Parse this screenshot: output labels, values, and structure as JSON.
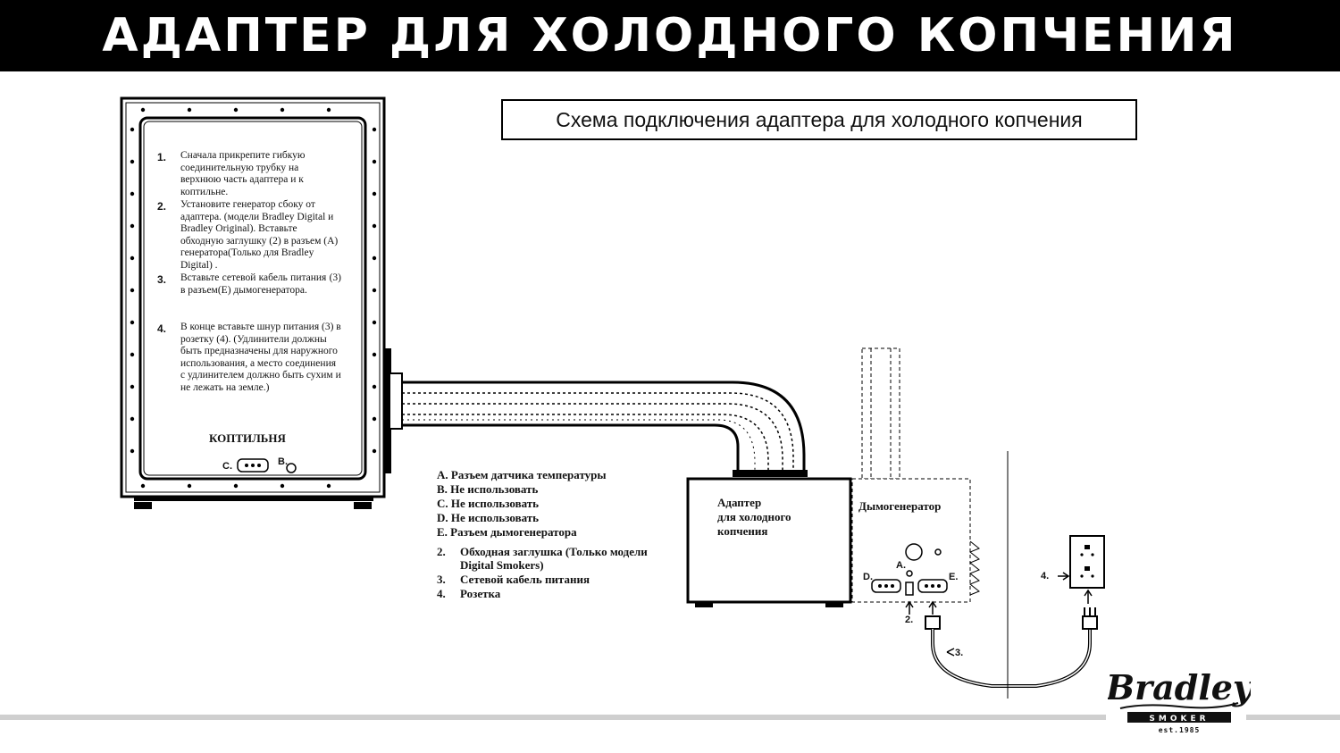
{
  "title": "АДАПТЕР ДЛЯ ХОЛОДНОГО КОПЧЕНИЯ",
  "scheme_title": "Схема подключения адаптера для холодного копчения",
  "instructions": [
    {
      "num": "1.",
      "text": "Сначала прикрепите гибкую соединительную трубку на верхнюю часть адаптера и к коптильне."
    },
    {
      "num": "2.",
      "text": "Установите генератор сбоку от адаптера. (модели Bradley Digital и Bradley Original). Вставьте обходную заглушку (2) в разъем (А) генератора(Только для Bradley Digital) ."
    },
    {
      "num": "3.",
      "text": "Вставьте сетевой кабель питания (3) в разъем(Е) дымогенератора."
    },
    {
      "num": "4.",
      "text": "В конце вставьте шнур питания (3) в розетку (4). (Удлинители должны быть предназначены для наружного использования, а место соединения с удлинителем должно быть сухим и не лежать на земле.)"
    }
  ],
  "smoker_label": "КОПТИЛЬНЯ",
  "smoker_port_c": "C.",
  "smoker_port_b": "B.",
  "legend_letters": [
    "A.  Разъем датчика температуры",
    "B.  Не использовать",
    "C.  Не использовать",
    "D.  Не использовать",
    "E.  Разъем дымогенератора"
  ],
  "legend_numbers": [
    "2.     Обходная заглушка (Только модели",
    "        Digital Smokers)",
    "3.     Сетевой кабель питания",
    "4.     Розетка"
  ],
  "adapter_label": [
    "Адаптер",
    "для холодного",
    "копчения"
  ],
  "generator_label": "Дымогенератор",
  "port_a": "A.",
  "port_d": "D.",
  "port_e": "E.",
  "callout_2": "2.",
  "callout_3": "3.",
  "callout_4": "4.",
  "logo_text": "Bradley",
  "logo_sub": "SMOKER",
  "logo_est": "est.1985"
}
